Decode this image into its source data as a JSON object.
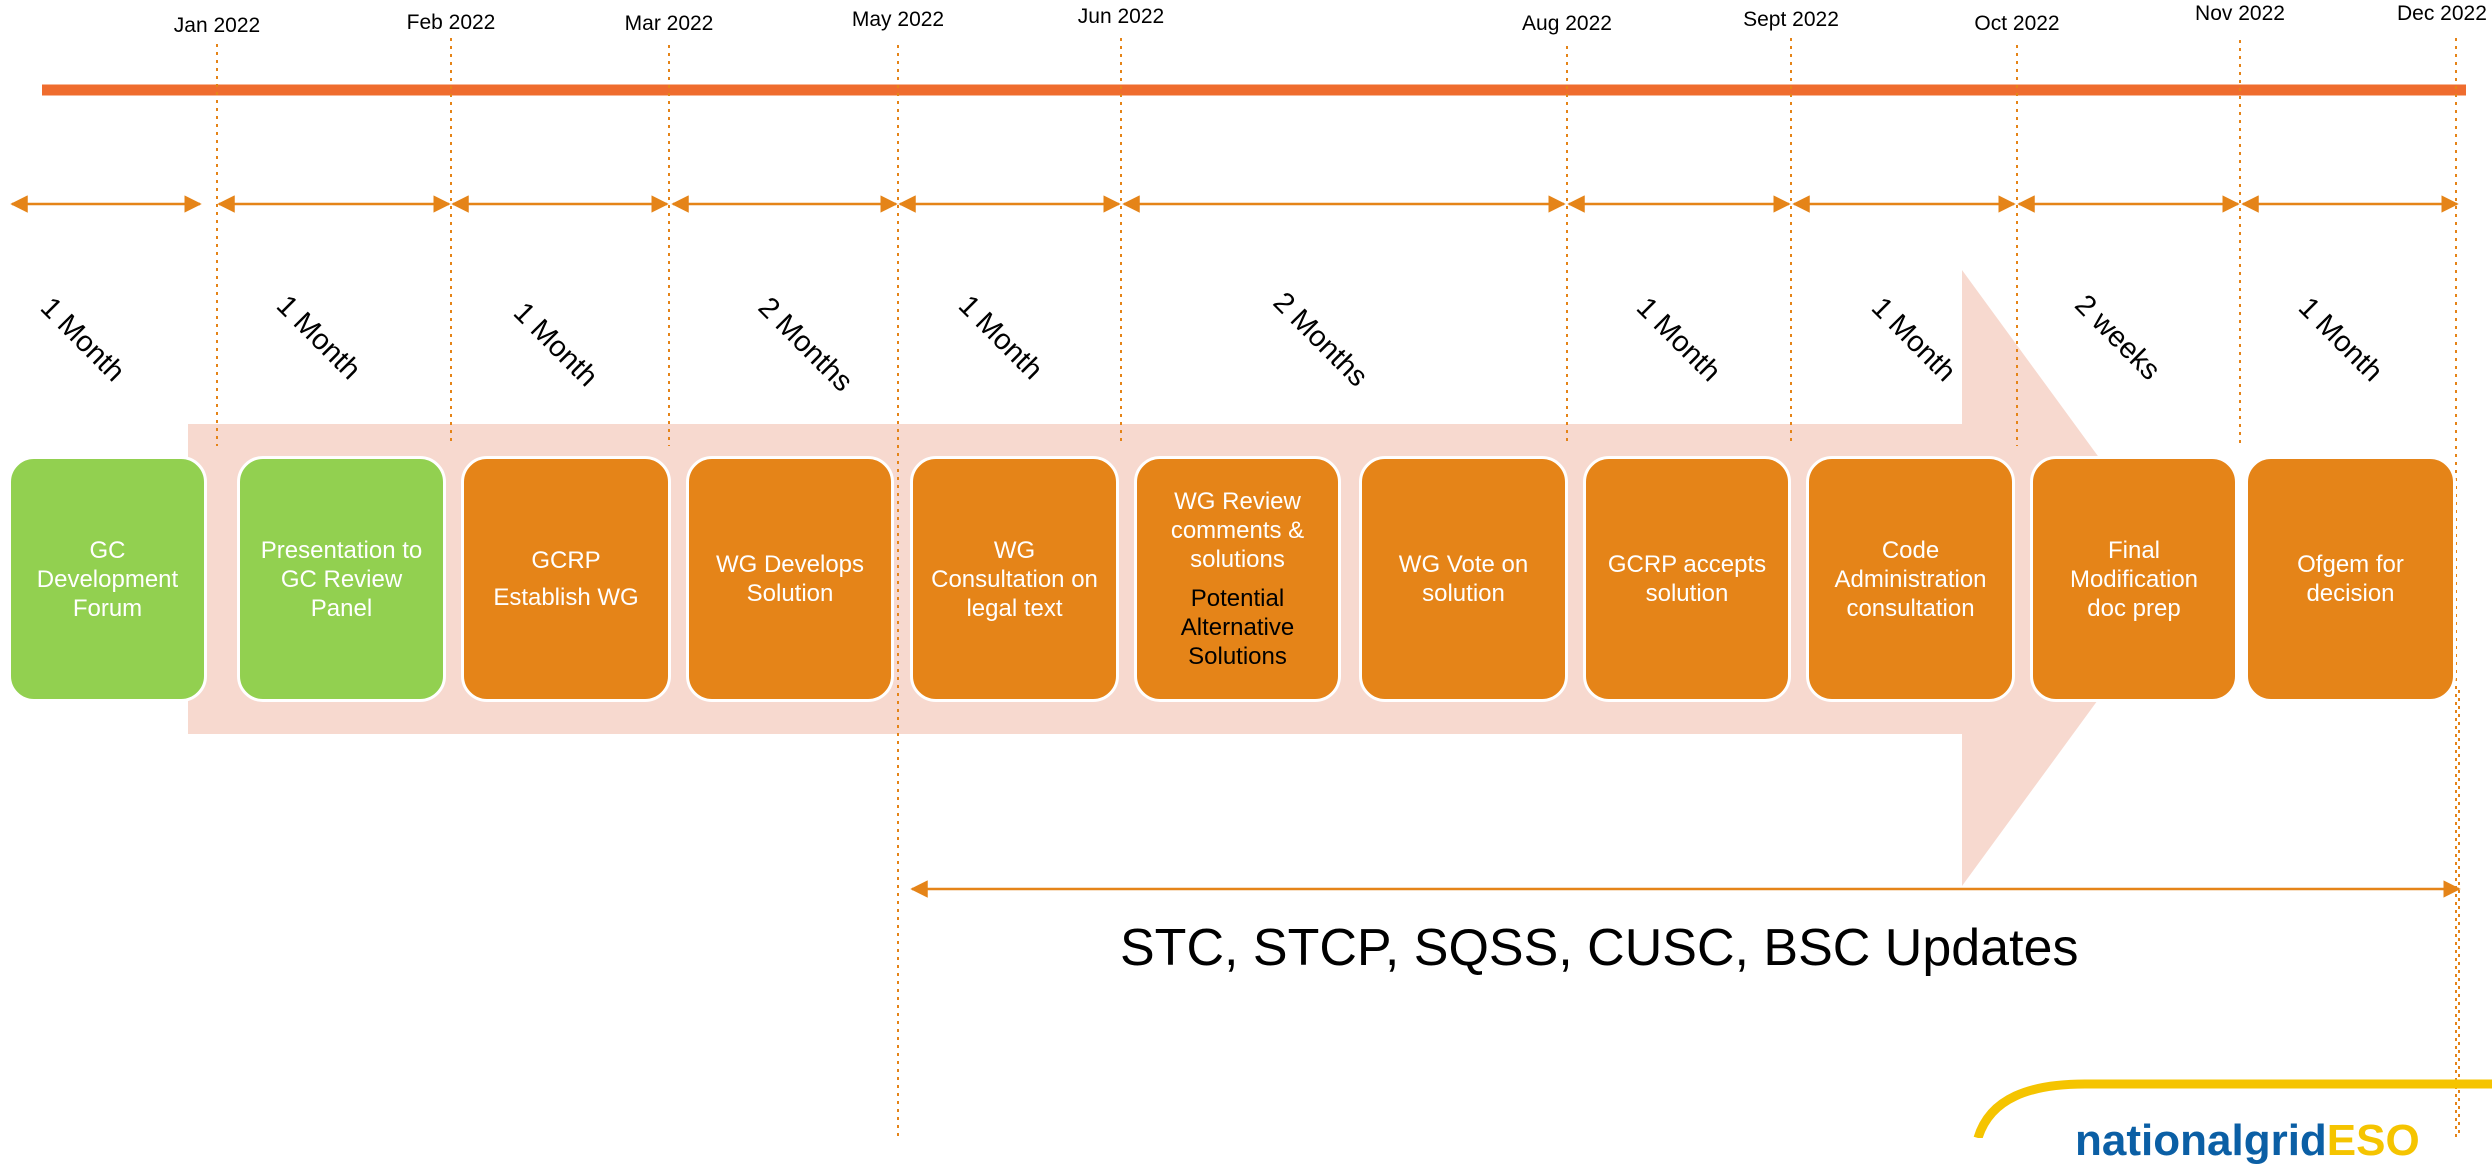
{
  "months": [
    "Jan 2022",
    "Feb 2022",
    "Mar 2022",
    "May 2022",
    "Jun 2022",
    "Aug 2022",
    "Sept 2022",
    "Oct 2022",
    "Nov 2022",
    "Dec 2022"
  ],
  "durations": [
    "1 Month",
    "1 Month",
    "1 Month",
    "2 Months",
    "1 Month",
    "2 Months",
    "1 Month",
    "1 Month",
    "2 weeks",
    "1 Month"
  ],
  "stages": [
    {
      "lines": [
        "GC",
        "Development",
        "Forum"
      ],
      "color": "green"
    },
    {
      "lines": [
        "Presentation to",
        "GC Review",
        "Panel"
      ],
      "color": "green"
    },
    {
      "lines": [
        "GCRP"
      ],
      "line2": "Establish WG",
      "color": "orange"
    },
    {
      "lines": [
        "WG Develops",
        "Solution"
      ],
      "color": "orange"
    },
    {
      "lines": [
        "WG",
        "Consultation on",
        "legal text"
      ],
      "color": "orange"
    },
    {
      "lines": [
        "WG Review",
        "comments &",
        "solutions"
      ],
      "sub": [
        "Potential",
        "Alternative",
        "Solutions"
      ],
      "color": "orange"
    },
    {
      "lines": [
        "WG Vote on",
        "solution"
      ],
      "color": "orange"
    },
    {
      "lines": [
        "GCRP accepts",
        "solution"
      ],
      "color": "orange"
    },
    {
      "lines": [
        "Code",
        "Administration",
        "consultation"
      ],
      "color": "orange"
    },
    {
      "lines": [
        "Final",
        "Modification",
        "doc prep"
      ],
      "color": "orange"
    },
    {
      "lines": [
        "Ofgem for",
        "decision"
      ],
      "color": "orange"
    }
  ],
  "updates_label": "STC, STCP, SQSS, CUSC, BSC Updates",
  "logo": {
    "part1": "national",
    "part2": "grid",
    "part3": "ESO"
  },
  "colors": {
    "orange": "#e58418",
    "green": "#92d050",
    "timeline_bar": "#ef6c2e",
    "big_arrow": "#f7d9cf"
  }
}
